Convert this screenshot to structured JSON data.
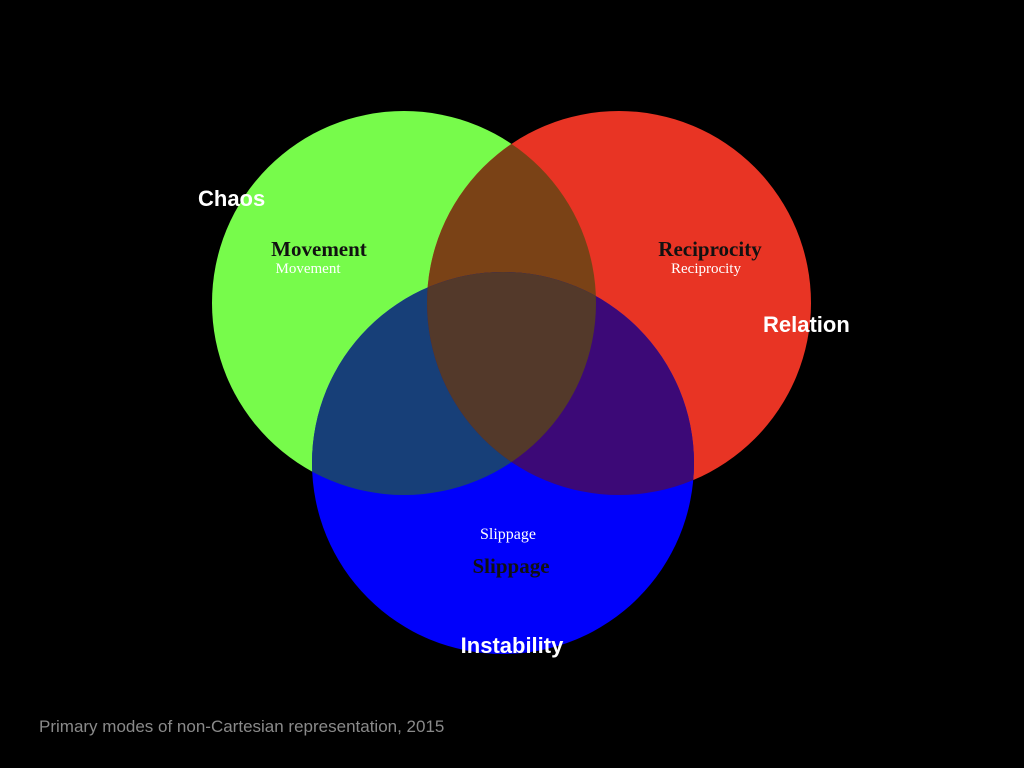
{
  "colors": {
    "background": "#000000",
    "green": "#77fb4b",
    "red": "#e83424",
    "blue": "#0000fb",
    "green_red_overlap": "#7a4216",
    "green_blue_overlap": "#173f78",
    "red_blue_overlap": "#3c0977",
    "center_overlap": "#53392a",
    "outer_label": "#ffffff",
    "inner_dark_label": "#111111",
    "inner_light_label": "#ffffff",
    "caption": "#8a8a8a"
  },
  "circles": {
    "green": {
      "outer_label": "Chaos",
      "inner_label": "Movement",
      "inner_label_echo": "Movement"
    },
    "red": {
      "outer_label": "Relation",
      "inner_label": "Reciprocity",
      "inner_label_echo": "Reciprocity"
    },
    "blue": {
      "outer_label": "Instability",
      "inner_label": "Slippage",
      "inner_label_echo": "Slippage"
    }
  },
  "caption": "Primary modes of non-Cartesian representation, 2015"
}
